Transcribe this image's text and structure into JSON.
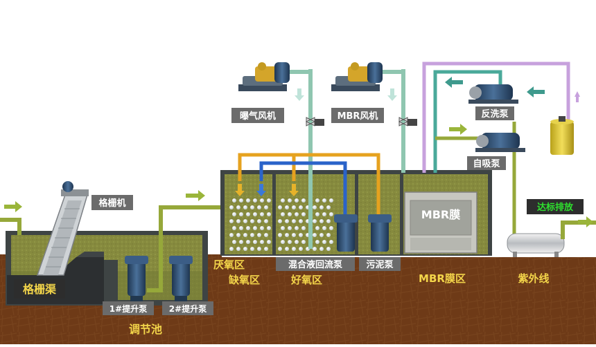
{
  "labels": {
    "grille_machine": "格栅机",
    "grille_channel": "格栅渠",
    "aeration_blower": "曝气风机",
    "mbr_blower": "MBR风机",
    "backwash_pump": "反洗泵",
    "self_priming_pump": "自吸泵",
    "anaerobic_zone": "厌氧区",
    "anoxic_zone": "缺氧区",
    "aerobic_zone": "好氧区",
    "mixed_liquor_return_pump": "混合液回流泵",
    "sludge_pump": "污泥泵",
    "mbr_membrane": "MBR膜",
    "mbr_membrane_zone": "MBR膜区",
    "uv_sterilizer": "紫外线",
    "discharge": "达标排放",
    "lift_pump_1": "1#提升泵",
    "lift_pump_2": "2#提升泵",
    "regulating_tank": "调节池"
  },
  "colors": {
    "soil": "#6e3a17",
    "water": "#8a8a3c",
    "tank_wall": "#3e4444",
    "air_pipe": "#e6a21f",
    "blue_pipe": "#2a63c9",
    "green_pipe": "#8fc6b0",
    "olive_pipe": "#96a83a",
    "purple_pipe": "#c7a1dd",
    "pump_blue": "#2f4f74",
    "arrow_green": "#9ab53a",
    "arrow_teal": "#3e9a8d",
    "label_bg": "#6b6b6b",
    "label_dark": "#2d2d2d",
    "discharge_green": "#2ee02e",
    "zone_label_yellow": "#f3d54a"
  }
}
